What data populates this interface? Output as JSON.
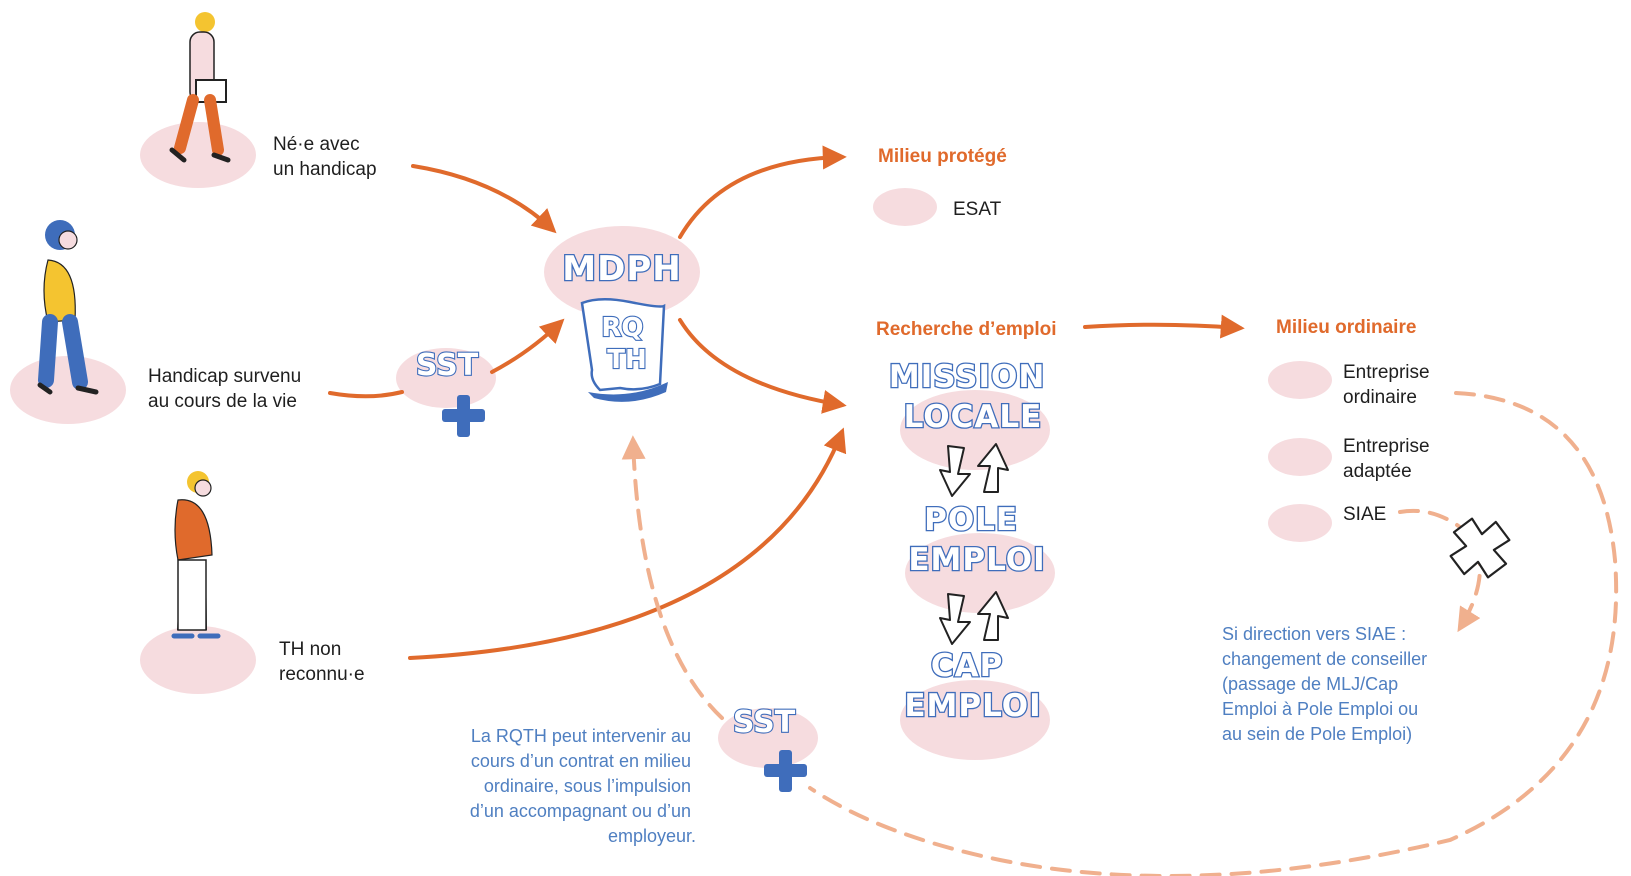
{
  "colors": {
    "orange": "#e06a2c",
    "light_orange": "#f0b08e",
    "pink": "#f6dcdf",
    "blue": "#3f6dbb",
    "note_blue": "#4f7fc1",
    "text": "#1f1f1f"
  },
  "people": [
    {
      "label_lines": [
        "Né·e avec",
        "un handicap"
      ],
      "icon": "person-with-folder-icon"
    },
    {
      "label_lines": [
        "Handicap survenu",
        "au cours de la vie"
      ],
      "icon": "person-blue-hair-icon"
    },
    {
      "label_lines": [
        "TH non",
        "reconnu·e"
      ],
      "icon": "person-orange-jacket-icon"
    }
  ],
  "center": {
    "mdph": "MDPH",
    "rqth_lines": [
      "RQ",
      "TH"
    ],
    "sst_top": "SST",
    "sst_bottom": "SST"
  },
  "protected": {
    "heading": "Milieu protégé",
    "items": [
      "ESAT"
    ]
  },
  "search": {
    "heading": "Recherche d’emploi",
    "agencies": [
      {
        "lines": [
          "MISSION",
          "LOCALE"
        ]
      },
      {
        "lines": [
          "POLE",
          "EMPLOI"
        ]
      },
      {
        "lines": [
          "CAP",
          "EMPLOI"
        ]
      }
    ]
  },
  "ordinary": {
    "heading": "Milieu ordinaire",
    "items": [
      {
        "lines": [
          "Entreprise",
          "ordinaire"
        ]
      },
      {
        "lines": [
          "Entreprise",
          "adaptée"
        ]
      },
      {
        "lines": [
          "SIAE"
        ]
      }
    ]
  },
  "notes": {
    "rqth_lines": [
      "La RQTH peut intervenir au",
      "cours d’un contrat en milieu",
      "ordinaire, sous l’impulsion",
      "d’un accompagnant ou d’un",
      "employeur."
    ],
    "siae_lines": [
      "Si direction vers SIAE :",
      "changement de conseiller",
      "(passage de MLJ/Cap",
      "Emploi à Pole Emploi ou",
      "au sein de Pole Emploi)"
    ]
  }
}
